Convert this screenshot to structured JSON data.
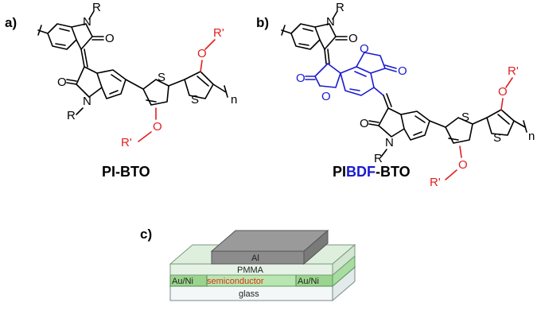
{
  "panels": {
    "a": {
      "label": "a)",
      "name": "PI-BTO"
    },
    "b": {
      "label": "b)",
      "name_prefix": "PI",
      "name_highlight": "BDF",
      "name_suffix": "-BTO"
    },
    "c": {
      "label": "c)"
    }
  },
  "atoms": {
    "R": "R",
    "N": "N",
    "O": "O",
    "S": "S",
    "R_prime": "R'",
    "n": "n"
  },
  "device_layers": {
    "top": "Al",
    "dielectric": "PMMA",
    "electrode_left": "Au/Ni",
    "semiconductor": "semiconductor",
    "electrode_right": "Au/Ni",
    "substrate": "glass"
  },
  "colors": {
    "bonds": "#000000",
    "side_chain": "#e02020",
    "bdf_unit": "#1a1ad0",
    "al_electrode": "#8c8c8c",
    "semiconductor_layer": "#a8e0a0",
    "glass": "#e8f0f0"
  }
}
